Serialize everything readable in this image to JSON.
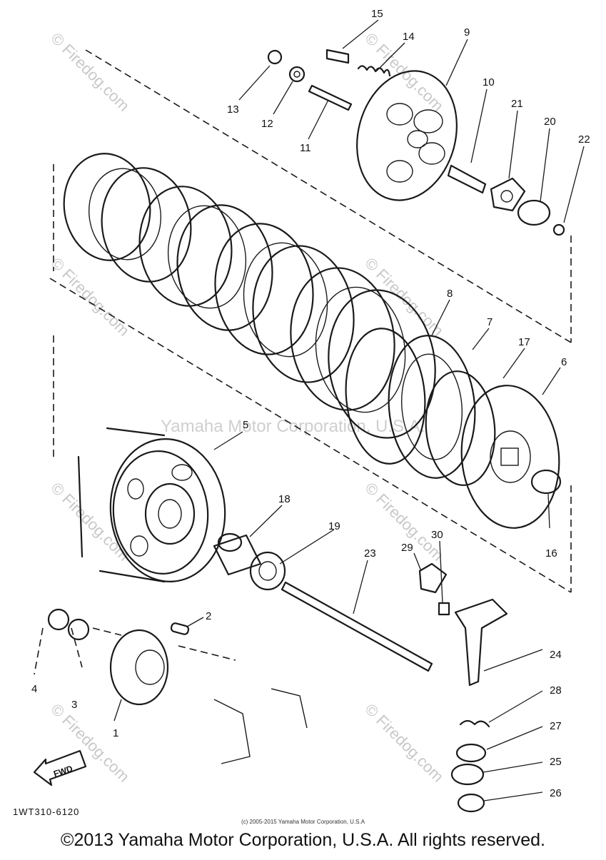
{
  "watermark": {
    "site": "© Firedog.com",
    "center": "Yamaha Motor Corporation, U.S.A."
  },
  "part_numbers": [
    "1",
    "2",
    "3",
    "4",
    "5",
    "6",
    "7",
    "8",
    "9",
    "10",
    "11",
    "12",
    "13",
    "14",
    "15",
    "16",
    "17",
    "18",
    "19",
    "20",
    "21",
    "22",
    "23",
    "24",
    "25",
    "26",
    "27",
    "28",
    "29",
    "30"
  ],
  "fwd_label": "FWD",
  "diagram_code": "1WT310-6120",
  "small_copyright": "(c) 2005-2015 Yamaha Motor Corporation, U.S.A",
  "copyright": "©2013 Yamaha Motor Corporation, U.S.A. All rights reserved."
}
